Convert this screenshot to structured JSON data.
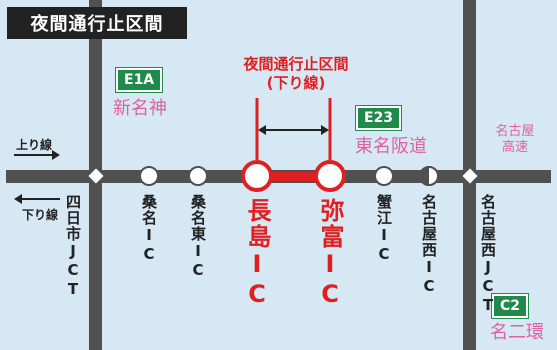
{
  "title": "夜間通行止区間",
  "closure_label_line1": "夜間通行止区間",
  "closure_label_line2": "(下り線)",
  "routes": {
    "shinmeishin": {
      "code": "E1A",
      "name": "新名神"
    },
    "tomei_hanshin": {
      "code": "E23",
      "name": "東名阪道"
    },
    "nagoya_expressway": {
      "name_line1": "名古屋",
      "name_line2": "高速"
    },
    "meiji_kan": {
      "code": "C2",
      "name": "名二環"
    }
  },
  "directions": {
    "up": "上り線",
    "down": "下り線"
  },
  "nodes": [
    {
      "id": "yokkaichi-jct",
      "label": "四日市JCT",
      "kind": "jct"
    },
    {
      "id": "kuwana-ic",
      "label": "桑名IC",
      "kind": "ic"
    },
    {
      "id": "kuwana-higashi-ic",
      "label": "桑名東IC",
      "kind": "ic"
    },
    {
      "id": "nagashima-ic",
      "label": "長島IC",
      "kind": "ic-closed"
    },
    {
      "id": "yatomi-ic",
      "label": "弥富IC",
      "kind": "ic-closed"
    },
    {
      "id": "kanie-ic",
      "label": "蟹江IC",
      "kind": "ic"
    },
    {
      "id": "nagoya-nishi-ic",
      "label": "名古屋西IC",
      "kind": "ic-half"
    },
    {
      "id": "nagoya-nishi-jct",
      "label": "名古屋西JCT",
      "kind": "jct"
    }
  ],
  "colors": {
    "background": "#d6e8f4",
    "road": "#505050",
    "closure": "#e02020",
    "route_badge": "#1f8a4a",
    "route_name": "#e05fa4"
  },
  "icons": [
    "right-arrow-icon",
    "left-arrow-icon",
    "interchange-circle-icon",
    "junction-diamond-icon"
  ]
}
